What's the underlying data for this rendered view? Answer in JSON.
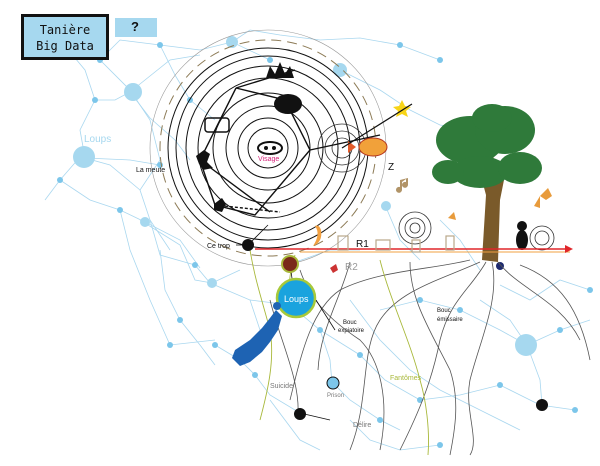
{
  "header": {
    "title_line1": "Tanière",
    "title_line2": "Big Data",
    "help_label": "?"
  },
  "labels": {
    "loups_small": "Loups",
    "la_meute": "La meute",
    "visage": "Visage",
    "z": "Z",
    "ce_trop": "Ce trop",
    "r1": "R1",
    "r2": "R2",
    "loups_big": "Loups",
    "bouc_expiatoire_1": "Bouc",
    "bouc_expiatoire_2": "expiatoire",
    "bouc_emissaire_1": "Bouc",
    "bouc_emissaire_2": "émissaire",
    "fantomes": "Fantômes",
    "suicide": "Suicide",
    "prison": "Prison",
    "delire": "Délire"
  },
  "colors": {
    "network": "#a9d7ef",
    "node": "#7cc6ea",
    "loups_node": "#1aa3de",
    "loups_ring": "#a7c93a",
    "visage_text": "#d6237a",
    "tree_leaves": "#2f7a3a",
    "tree_trunk": "#7a5a2a",
    "red_line": "#e0262a",
    "olive_roots": "#a8b83a"
  },
  "icons": [
    "crown-icon",
    "mask-icon",
    "dragon-icon",
    "wolf-icon",
    "fish-icon",
    "star-icon",
    "music-note-icon",
    "cat-icon",
    "butterfly-icon",
    "spider-icon",
    "flame-icon"
  ]
}
